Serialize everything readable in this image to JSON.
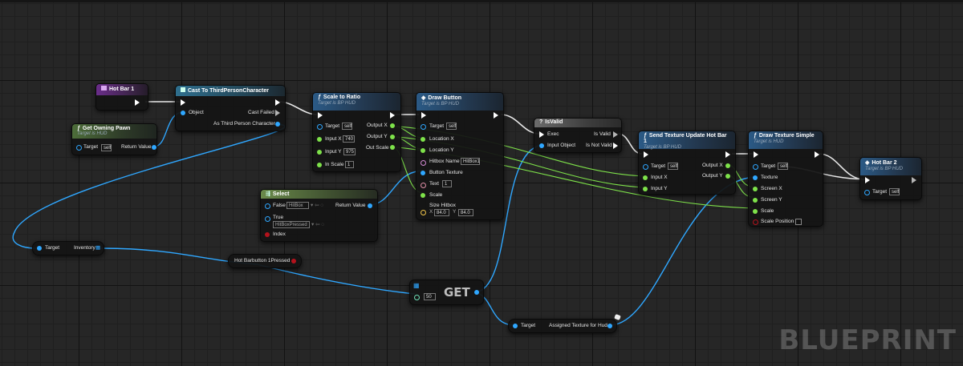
{
  "watermark": "BLUEPRINT",
  "colors": {
    "exec": "#ffffff",
    "object_pin": "#2fa7ff",
    "float_pin": "#7ee24a",
    "bool_pin": "#b3121c"
  },
  "nodes": {
    "hotbar1": {
      "title": "Hot Bar 1"
    },
    "get_owning_pawn": {
      "title": "Get Owning Pawn",
      "subtitle": "Target is HUD",
      "target": "Target",
      "target_val": "self",
      "ret": "Return Value"
    },
    "cast": {
      "title": "Cast To ThirdPersonCharacter",
      "object": "Object",
      "failed": "Cast Failed",
      "as": "As Third Person Character"
    },
    "scale": {
      "title": "Scale to Ratio",
      "subtitle": "Target is BP HUD",
      "target": "Target",
      "target_val": "self",
      "input_x": "Input X",
      "input_x_val": "740",
      "input_y": "Input Y",
      "input_y_val": "975",
      "in_scale": "In Scale",
      "in_scale_val": "1",
      "out_x": "Output X",
      "out_y": "Output Y",
      "out_scale": "Out Scale"
    },
    "draw_button": {
      "title": "Draw Button",
      "subtitle": "Target is BP HUD",
      "target": "Target",
      "target_val": "self",
      "loc_x": "Location X",
      "loc_y": "Location Y",
      "hitbox_name": "Hitbox Name",
      "hitbox_val": "HitBox1",
      "button_texture": "Button Texture",
      "text": "Text",
      "text_val": "1",
      "scale": "Scale",
      "size_hitbox": "Size Hitbox",
      "size_x": "84.0",
      "size_y": "84.0",
      "x_label": "X",
      "y_label": "Y"
    },
    "is_valid": {
      "title": "IsValid",
      "exec": "Exec",
      "input_object": "Input Object",
      "is_valid": "Is Valid",
      "is_not_valid": "Is Not Valid"
    },
    "send_texture": {
      "title": "Send Texture Update Hot Bar 1",
      "subtitle": "Target is BP HUD",
      "target": "Target",
      "target_val": "self",
      "input_x": "Input X",
      "input_y": "Input Y",
      "out_x": "Output X",
      "out_y": "Output Y"
    },
    "draw_texture": {
      "title": "Draw Texture Simple",
      "subtitle": "Target is HUD",
      "target": "Target",
      "target_val": "self",
      "texture": "Texture",
      "screen_x": "Screen X",
      "screen_y": "Screen Y",
      "scale": "Scale",
      "scale_position": "Scale Position"
    },
    "hotbar2": {
      "title": "Hot Bar 2",
      "subtitle": "Target is BP HUD",
      "target": "Target",
      "target_val": "self"
    },
    "select": {
      "title": "Select",
      "false": "False",
      "false_val": "HitBox",
      "true": "True",
      "true_val": "HitBoxPressed",
      "index": "Index",
      "ret": "Return Value"
    },
    "inventory": {
      "target": "Target",
      "inventory": "Inventory"
    },
    "hot_bar_pressed": {
      "title": "Hot Barbutton 1Pressed"
    },
    "get": {
      "title": "GET",
      "index_val": "50"
    },
    "assigned": {
      "target": "Target",
      "label": "Assigned Texture for Hud"
    }
  }
}
